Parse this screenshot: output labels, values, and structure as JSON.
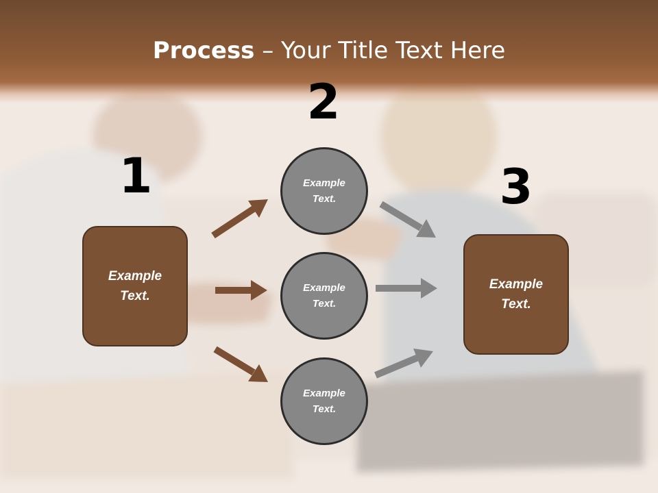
{
  "title": {
    "bold": "Process",
    "rest": " – Your Title Text Here"
  },
  "steps": {
    "step1_number": "1",
    "step2_number": "2",
    "step3_number": "3"
  },
  "left_box": {
    "text_line1": "Example",
    "text_line2": "Text."
  },
  "right_box": {
    "text_line1": "Example",
    "text_line2": "Text."
  },
  "circles": [
    {
      "line1": "Example",
      "line2": "Text."
    },
    {
      "line1": "Example",
      "line2": "Text."
    },
    {
      "line1": "Example",
      "line2": "Text."
    }
  ],
  "colors": {
    "title_band": "#8c5a37",
    "box_fill": "#7c5234",
    "circle_fill": "#878787",
    "left_arrows": "#7a4f33",
    "right_arrows": "#858585"
  }
}
